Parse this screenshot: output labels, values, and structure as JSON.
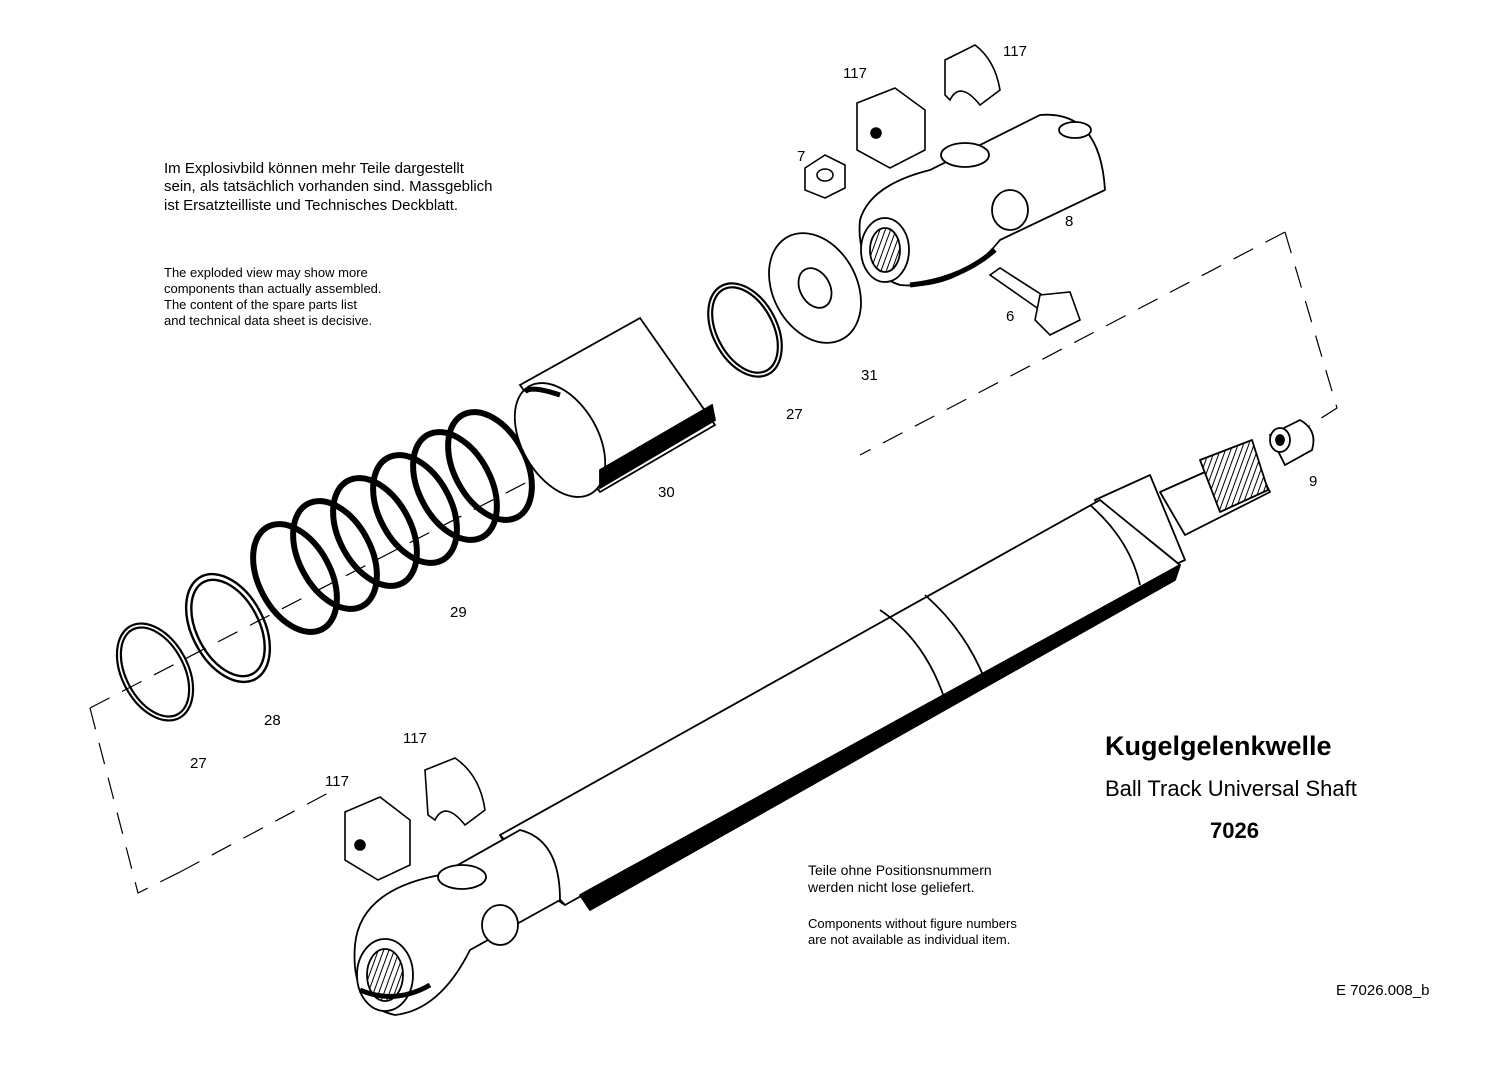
{
  "notes": {
    "exploded_de": [
      "Im Explosivbild können mehr Teile dargestellt",
      "sein, als tatsächlich vorhanden sind. Massgeblich",
      "ist Ersatzteilliste und Technisches Deckblatt."
    ],
    "exploded_en": [
      "The exploded view may show more",
      "components than actually assembled.",
      "The content of the spare parts list",
      "and technical data sheet is decisive."
    ],
    "loose_de": [
      "Teile ohne Positionsnummern",
      "werden nicht lose geliefert."
    ],
    "loose_en": [
      "Components without figure numbers",
      "are not available as individual item."
    ]
  },
  "title": {
    "german": "Kugelgelenkwelle",
    "english": "Ball Track Universal Shaft",
    "model": "7026"
  },
  "drawing_number": "E 7026.008_b",
  "callouts": {
    "c117_top_right": "117",
    "c117_top_left": "117",
    "c7": "7",
    "c8": "8",
    "c6": "6",
    "c31": "31",
    "c27_upper": "27",
    "c30": "30",
    "c29": "29",
    "c28": "28",
    "c27_lower": "27",
    "c9": "9",
    "c117_bottom_right": "117",
    "c117_bottom_left": "117"
  },
  "colors": {
    "ink": "#000000",
    "paper": "#ffffff"
  }
}
